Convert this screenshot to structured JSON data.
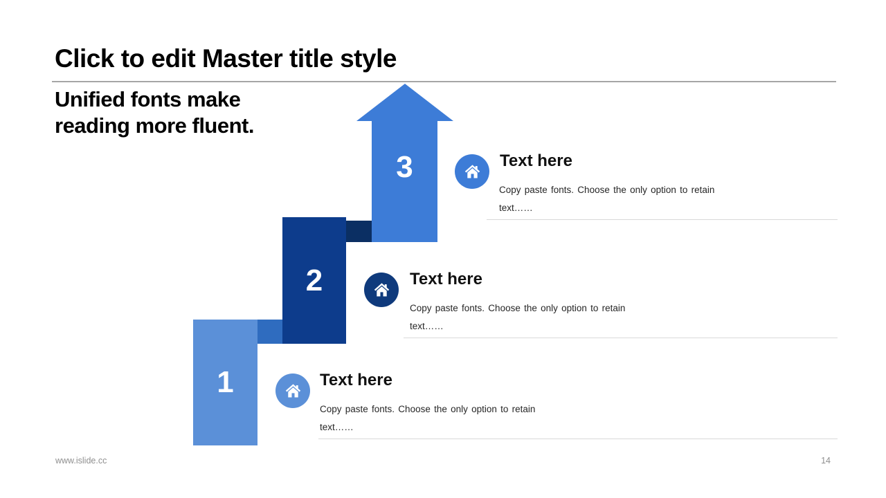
{
  "header": {
    "title": "Click to edit Master title style",
    "subtitle": "Unified fonts make reading more fluent."
  },
  "steps": [
    {
      "number": "1",
      "title": "Text here",
      "body_line1": "Copy paste fonts. Choose the only option to retain",
      "body_line2": "text……",
      "icon": "home-icon",
      "accent_color": "#5B90D8"
    },
    {
      "number": "2",
      "title": "Text here",
      "body_line1": "Copy paste fonts. Choose the only option to retain",
      "body_line2": "text……",
      "icon": "home-icon",
      "accent_color": "#0F3A7C"
    },
    {
      "number": "3",
      "title": "Text here",
      "body_line1": "Copy paste fonts. Choose the only option to retain",
      "body_line2": "text……",
      "icon": "home-icon",
      "accent_color": "#3D7CD7"
    }
  ],
  "footer": {
    "website": "www.islide.cc",
    "page": "14"
  },
  "colors": {
    "arrow_blue": "#3D7CD7",
    "block1_light_blue": "#5B90D8",
    "block2_navy": "#0D3C8C",
    "connector_medium_blue": "#2F6CBF",
    "connector_dark_navy": "#0B2F63",
    "title_rule_gray": "#a6a6a6",
    "row_divider_gray": "#d9d9d9",
    "footer_text_gray": "#8f8f8f",
    "number_text": "#ffffff"
  }
}
